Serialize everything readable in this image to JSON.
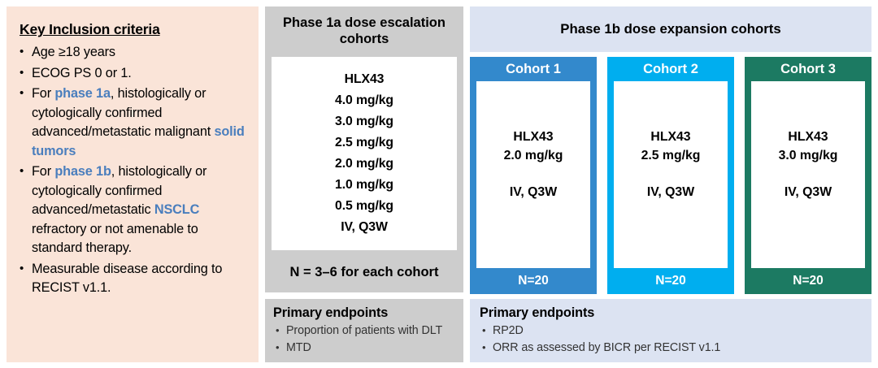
{
  "colors": {
    "inclusion_panel_bg": "#fae4d8",
    "phase1a_bg": "#cdcdcd",
    "phase1b_bg": "#dce3f2",
    "accent_text": "#4a7ebd",
    "cohort1": "#3389cc",
    "cohort2": "#00aeef",
    "cohort3": "#1c7a62",
    "box_white": "#ffffff",
    "page_bg": "#ffffff"
  },
  "inclusion": {
    "title": "Key Inclusion criteria",
    "items": [
      {
        "parts": [
          {
            "text": "Age ≥18 years",
            "accent": false
          }
        ]
      },
      {
        "parts": [
          {
            "text": "ECOG PS 0 or 1.",
            "accent": false
          }
        ]
      },
      {
        "parts": [
          {
            "text": "For ",
            "accent": false
          },
          {
            "text": "phase 1a",
            "accent": true
          },
          {
            "text": ", histologically or cytologically confirmed advanced/metastatic malignant ",
            "accent": false
          },
          {
            "text": "solid tumors",
            "accent": true
          }
        ]
      },
      {
        "parts": [
          {
            "text": "For ",
            "accent": false
          },
          {
            "text": "phase 1b",
            "accent": true
          },
          {
            "text": ", histologically or cytologically confirmed advanced/metastatic ",
            "accent": false
          },
          {
            "text": "NSCLC",
            "accent": true
          },
          {
            "text": " refractory or not amenable to standard therapy.",
            "accent": false
          }
        ]
      },
      {
        "parts": [
          {
            "text": "Measurable disease according to RECIST v1.1.",
            "accent": false
          }
        ]
      }
    ]
  },
  "phase1a": {
    "header": "Phase 1a dose escalation cohorts",
    "dose_lines": [
      "HLX43",
      "4.0 mg/kg",
      "3.0 mg/kg",
      "2.5 mg/kg",
      "2.0 mg/kg",
      "1.0 mg/kg",
      "0.5 mg/kg",
      "IV, Q3W"
    ],
    "sample_size": "N = 3–6 for each cohort",
    "endpoints": {
      "title": "Primary endpoints",
      "items": [
        "Proportion of patients with DLT",
        "MTD"
      ]
    }
  },
  "phase1b": {
    "header": "Phase 1b dose expansion cohorts",
    "cohorts": [
      {
        "title": "Cohort 1",
        "drug": "HLX43",
        "dose": "2.0 mg/kg",
        "route": "IV, Q3W",
        "n": "N=20",
        "color": "#3389cc"
      },
      {
        "title": "Cohort 2",
        "drug": "HLX43",
        "dose": "2.5 mg/kg",
        "route": "IV, Q3W",
        "n": "N=20",
        "color": "#00aeef"
      },
      {
        "title": "Cohort 3",
        "drug": "HLX43",
        "dose": "3.0 mg/kg",
        "route": "IV, Q3W",
        "n": "N=20",
        "color": "#1c7a62"
      }
    ],
    "endpoints": {
      "title": "Primary endpoints",
      "items": [
        "RP2D",
        "ORR as assessed by BICR per RECIST v1.1"
      ]
    }
  }
}
